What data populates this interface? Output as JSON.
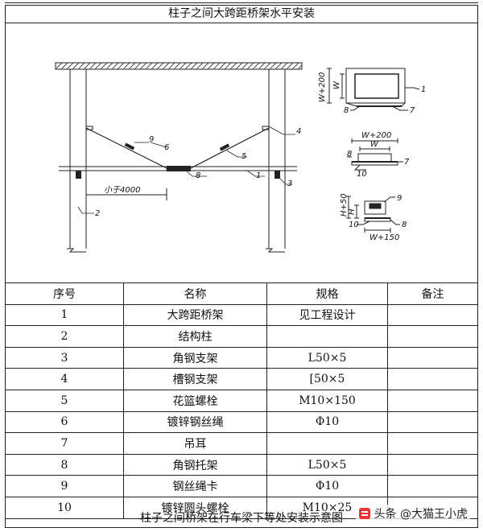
{
  "title": "柱子之间大跨距桥架水平安装",
  "caption": "柱子之间桥架在行车梁下等处安装示意图",
  "watermark": "头条 @大猫王小虎",
  "drawing": {
    "callouts": [
      "1",
      "2",
      "3",
      "4",
      "5",
      "6",
      "7",
      "8",
      "9",
      "10"
    ],
    "distance_label": "小于4000",
    "dim_w": "W",
    "dim_w200": "W+200",
    "dim_h": "H",
    "dim_h50": "H+50",
    "dim_w150": "W+150"
  },
  "table": {
    "headers": [
      "序号",
      "名称",
      "规格",
      "备注"
    ],
    "rows": [
      [
        "1",
        "大跨距桥架",
        "见工程设计",
        ""
      ],
      [
        "2",
        "结构柱",
        "",
        ""
      ],
      [
        "3",
        "角钢支架",
        "L50×5",
        ""
      ],
      [
        "4",
        "槽钢支架",
        "[50×5",
        ""
      ],
      [
        "5",
        "花篮螺栓",
        "M10×150",
        ""
      ],
      [
        "6",
        "镀锌钢丝绳",
        "Φ10",
        ""
      ],
      [
        "7",
        "吊耳",
        "",
        ""
      ],
      [
        "8",
        "角钢托架",
        "L50×5",
        ""
      ],
      [
        "9",
        "钢丝绳卡",
        "Φ10",
        ""
      ],
      [
        "10",
        "镀锌圆头螺栓",
        "M10×25",
        ""
      ]
    ]
  }
}
